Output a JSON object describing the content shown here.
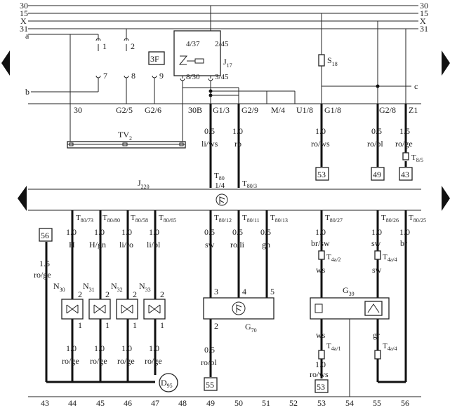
{
  "rails": {
    "left": [
      "30",
      "15",
      "X",
      "31"
    ],
    "right": [
      "30",
      "15",
      "X",
      "31"
    ]
  },
  "top_refs": {
    "a": "a",
    "b": "b",
    "c": "c"
  },
  "fuse_box": {
    "terms_top": [
      "1",
      "2"
    ],
    "terms_bot": [
      "7",
      "8",
      "9"
    ],
    "label_3f": "3F",
    "j17_label": "J",
    "j17_sub": "17",
    "j17_pins": [
      "4/37",
      "2/45",
      "8/30",
      "3/45"
    ],
    "s18_label": "S",
    "s18_sub": "18"
  },
  "bus_labels": [
    "30",
    "G2/5",
    "G2/6",
    "30B",
    "G1/3",
    "G2/9",
    "M/4",
    "U1/8",
    "G1/8",
    "G2/8",
    "Z1"
  ],
  "upper_wires": [
    {
      "size": "0.5",
      "color": "li/ws"
    },
    {
      "size": "1.0",
      "color": "ro"
    },
    {
      "size": "1.0",
      "color": "ro/ws"
    },
    {
      "size": "0.5",
      "color": "ro/bl"
    },
    {
      "size": "1.5",
      "color": "ro/ge"
    }
  ],
  "tv2": {
    "label": "TV",
    "sub": "2"
  },
  "t8": {
    "label": "T",
    "sub": "8/5"
  },
  "t80_14": {
    "label": "T",
    "sub": "80",
    "pin": "1/4"
  },
  "t80_3": {
    "label": "T",
    "sub": "80/3"
  },
  "upper_refs": [
    "53",
    "49",
    "43"
  ],
  "j220": {
    "label": "J",
    "sub": "220"
  },
  "connectors": [
    {
      "label": "T",
      "sub": "80/73"
    },
    {
      "label": "T",
      "sub": "80/80"
    },
    {
      "label": "T",
      "sub": "80/58"
    },
    {
      "label": "T",
      "sub": "80/65"
    },
    {
      "label": "T",
      "sub": "80/12"
    },
    {
      "label": "T",
      "sub": "80/11"
    },
    {
      "label": "T",
      "sub": "80/13"
    },
    {
      "label": "T",
      "sub": "80/27"
    },
    {
      "label": "T",
      "sub": "80/26"
    },
    {
      "label": "T",
      "sub": "80/25"
    }
  ],
  "lower_wires": [
    {
      "size": "1.0",
      "color": "H"
    },
    {
      "size": "1.0",
      "color": "H/gn"
    },
    {
      "size": "1.0",
      "color": "li/ro"
    },
    {
      "size": "1.0",
      "color": "li/bl"
    },
    {
      "size": "0.5",
      "color": "sw"
    },
    {
      "size": "0.5",
      "color": "ro/li"
    },
    {
      "size": "0.5",
      "color": "gn"
    },
    {
      "size": "1.0",
      "color": "br/sw"
    },
    {
      "size": "1.0",
      "color": "sw"
    },
    {
      "size": "1.0",
      "color": "br"
    }
  ],
  "ref56": {
    "num": "56",
    "size": "1.5",
    "color": "ro/ge"
  },
  "injectors": [
    {
      "label": "N",
      "sub": "30",
      "pin_top": "2",
      "pin_bot": "1"
    },
    {
      "label": "N",
      "sub": "31",
      "pin_top": "2",
      "pin_bot": "1"
    },
    {
      "label": "N",
      "sub": "32",
      "pin_top": "2",
      "pin_bot": "1"
    },
    {
      "label": "N",
      "sub": "33",
      "pin_top": "2",
      "pin_bot": "1"
    }
  ],
  "injector_out": {
    "size": "1.0",
    "color": "ro/ge"
  },
  "d95": {
    "label": "D",
    "sub": "95"
  },
  "g70": {
    "label": "G",
    "sub": "70",
    "pins": [
      "3",
      "4",
      "5",
      "2"
    ],
    "out_size": "0.5",
    "out_color": "ro/bl",
    "ref": "55"
  },
  "g39": {
    "label": "G",
    "sub": "39",
    "t4a2": {
      "label": "T",
      "sub": "4a/2"
    },
    "t4a4": {
      "label": "T",
      "sub": "4a/4"
    },
    "t4a1": {
      "label": "T",
      "sub": "4a/1"
    },
    "t4a4b": {
      "label": "T",
      "sub": "4a/4"
    },
    "in_colors": [
      "ws",
      "sw"
    ],
    "out_colors": [
      "ws",
      "gr"
    ],
    "out_size": "1.0",
    "out_color": "ro/ws",
    "ref": "53"
  },
  "footer": [
    "43",
    "44",
    "45",
    "46",
    "47",
    "48",
    "49",
    "50",
    "51",
    "52",
    "53",
    "54",
    "55",
    "56"
  ]
}
